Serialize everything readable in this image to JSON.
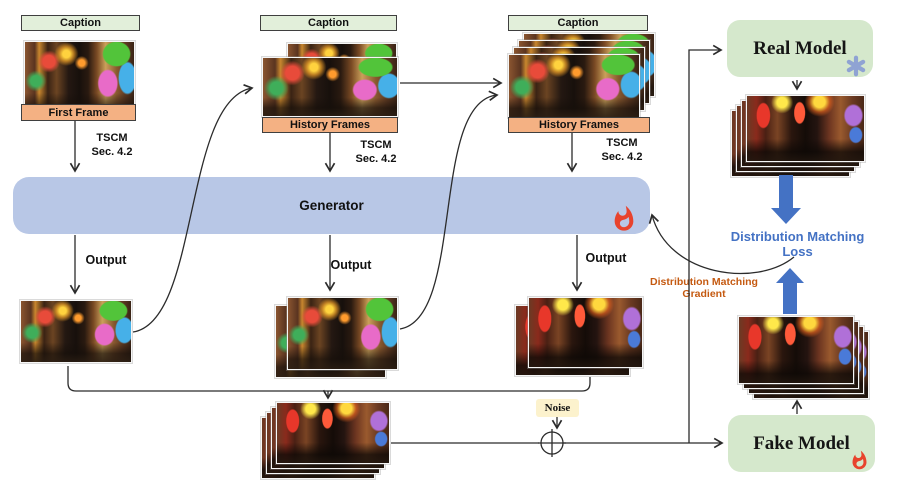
{
  "columns": [
    {
      "caption": "Caption",
      "frame_label": "First Frame",
      "tscm": "TSCM",
      "tscm_sec": "Sec. 4.2",
      "output": "Output"
    },
    {
      "caption": "Caption",
      "frame_label": "History Frames",
      "tscm": "TSCM",
      "tscm_sec": "Sec. 4.2",
      "output": "Output"
    },
    {
      "caption": "Caption",
      "frame_label": "History Frames",
      "tscm": "TSCM",
      "tscm_sec": "Sec. 4.2",
      "output": "Output"
    }
  ],
  "generator": {
    "label": "Generator",
    "icon": "flame-icon",
    "fill": "#B8C7E6"
  },
  "real_model": {
    "label": "Real Model",
    "icon": "snowflake-icon",
    "fill": "#D5E8CC"
  },
  "fake_model": {
    "label": "Fake Model",
    "icon": "flame-icon",
    "fill": "#D5E8CC"
  },
  "noise": {
    "label": "Noise",
    "fill": "#FCF2CD"
  },
  "dml": {
    "label": "Distribution Matching Loss",
    "color": "#4472C4"
  },
  "dmg": {
    "label": "Distribution Matching Gradient",
    "color": "#C55A11"
  },
  "colors": {
    "caption_box": "#E2EFDA",
    "frame_label_box": "#F4B183",
    "thick_arrow": "#4472C4",
    "flame": "#E8432D",
    "snowflake": "#8FA3D3"
  }
}
